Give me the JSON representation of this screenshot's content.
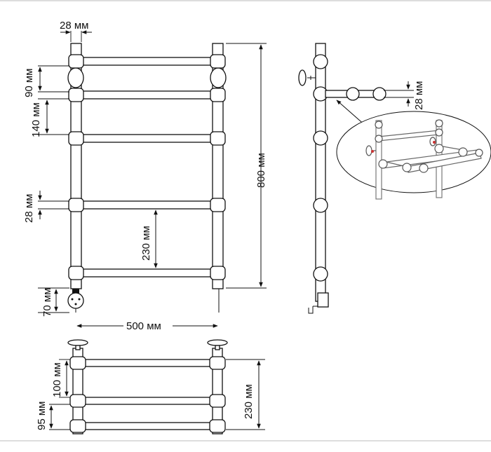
{
  "dimensions": {
    "tube_diameter_top": "28 мм",
    "gap_90": "90 мм",
    "gap_140": "140 мм",
    "tube_diameter_left": "28 мм",
    "gap_230_front": "230 мм",
    "height_total": "800 мм",
    "bottom_70": "70 мм",
    "width_total": "500 мм",
    "side_tube_diameter": "28 мм",
    "shelf_100": "100 мм",
    "shelf_95": "95 мм",
    "shelf_depth_230": "230 мм"
  }
}
